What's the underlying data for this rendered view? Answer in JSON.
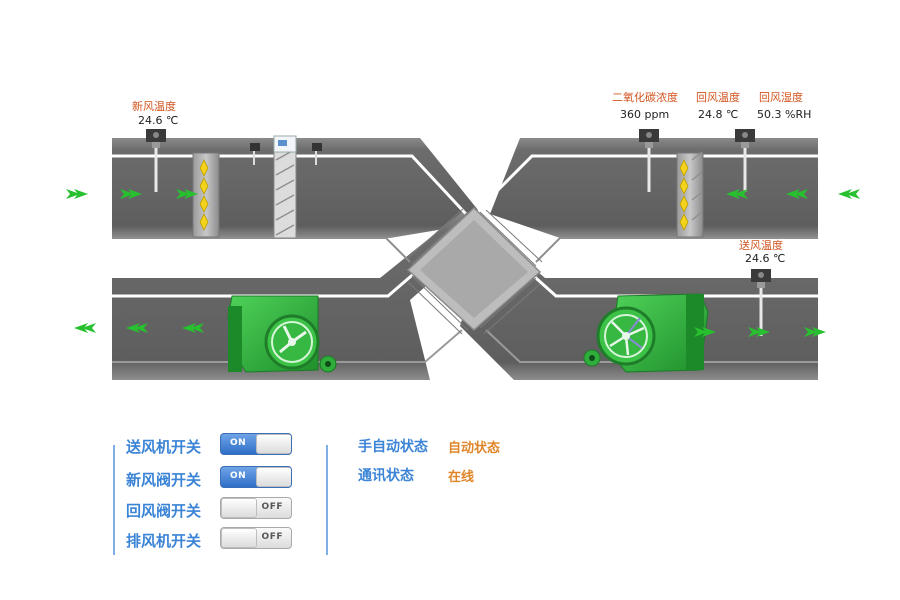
{
  "sensors": {
    "fresh_air_temp": {
      "name": "新风温度",
      "value": "24.6 ℃"
    },
    "co2": {
      "name": "二氧化碳浓度",
      "value": "360 ppm"
    },
    "return_air_temp": {
      "name": "回风温度",
      "value": "24.8 ℃"
    },
    "return_air_humidity": {
      "name": "回风湿度",
      "value": "50.3 %RH"
    },
    "supply_air_temp": {
      "name": "送风温度",
      "value": "24.6 ℃"
    }
  },
  "controls": [
    {
      "label": "送风机开关",
      "state": "ON"
    },
    {
      "label": "新风阀开关",
      "state": "ON"
    },
    {
      "label": "回风阀开关",
      "state": "OFF"
    },
    {
      "label": "排风机开关",
      "state": "OFF"
    }
  ],
  "status": {
    "mode_label": "手自动状态",
    "mode_value": "自动状态",
    "comm_label": "通讯状态",
    "comm_value": "在线"
  },
  "colors": {
    "duct": "#6b6b6b",
    "fan": "#2fae3c",
    "arrow": "#27c02f",
    "accent": "#3b84d6",
    "status": "#e0862a",
    "sensor_name": "#d2541e"
  }
}
